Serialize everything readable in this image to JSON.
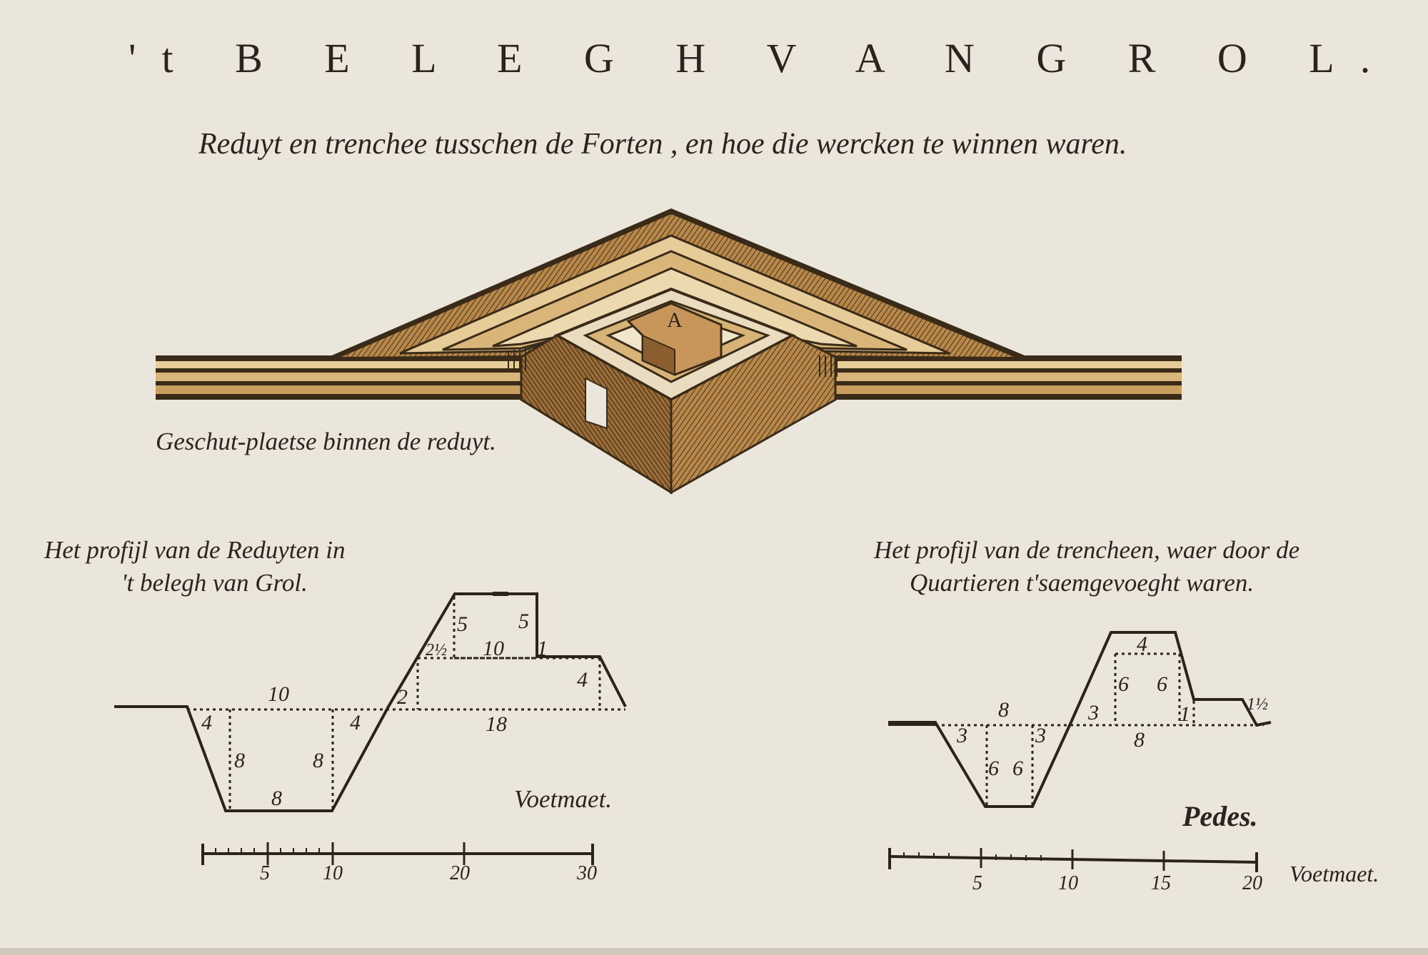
{
  "title": "'t B E L E G H   V A N   G R O L.",
  "subtitle": "Reduyt en trenchee tusschen de Forten , en hoe die wercken te winnen waren.",
  "fort": {
    "label": "A",
    "caption": "Geschut-plaetse binnen de reduyt.",
    "colors": {
      "earth": "#b8884a",
      "light": "#e6cc99",
      "shade": "#6b4a25",
      "ink": "#3a2a18"
    }
  },
  "reduyten_profile": {
    "caption_line1": "Het profijl van de Reduyten in",
    "caption_line2": "'t belegh van Grol.",
    "dimensions": [
      "10",
      "4",
      "8",
      "8",
      "4",
      "8",
      "2",
      "18",
      "2½",
      "10",
      "5",
      "5",
      "1",
      "4"
    ],
    "unit_label": "Voetmaet.",
    "scale_ticks": [
      "5",
      "10",
      "20",
      "30"
    ]
  },
  "trencheen_profile": {
    "caption_line1": "Het profijl van de trencheen, waer door de",
    "caption_line2": "Quartieren t'saemgevoeght waren.",
    "dimensions": [
      "8",
      "3",
      "3",
      "6",
      "6",
      "3",
      "8",
      "6",
      "6",
      "4",
      "1",
      "1½"
    ],
    "pedes_label": "Pedes.",
    "unit_label": "Voetmaet.",
    "scale_ticks": [
      "5",
      "10",
      "15",
      "20"
    ]
  }
}
